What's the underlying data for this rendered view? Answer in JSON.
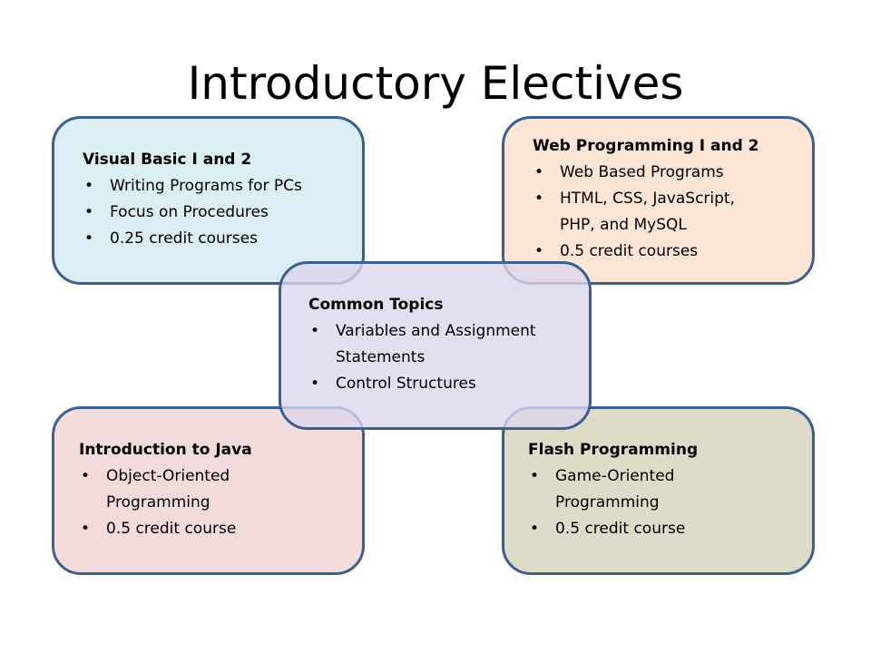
{
  "title": "Introductory Electives",
  "boxes": {
    "visual_basic": {
      "heading": "Visual Basic I and 2",
      "items": [
        "Writing Programs for PCs",
        "Focus on Procedures",
        "0.25 credit courses"
      ],
      "color": "#dbeef4"
    },
    "web_programming": {
      "heading": "Web Programming I and 2",
      "items": [
        "Web Based Programs",
        "HTML, CSS, JavaScript, PHP, and MySQL",
        "0.5 credit courses"
      ],
      "color": "#fce5d4"
    },
    "common_topics": {
      "heading": "Common Topics",
      "items": [
        "Variables and Assignment Statements",
        "Control Structures"
      ],
      "color": "#dcd6ec"
    },
    "java": {
      "heading": "Introduction to Java",
      "items": [
        "Object-Oriented Programming",
        "0.5 credit course"
      ],
      "color": "#f2dcdb"
    },
    "flash": {
      "heading": "Flash Programming",
      "items": [
        "Game-Oriented Programming",
        "0.5 credit course"
      ],
      "color": "#dedcc8"
    }
  },
  "border_color": "#3b5f8f"
}
